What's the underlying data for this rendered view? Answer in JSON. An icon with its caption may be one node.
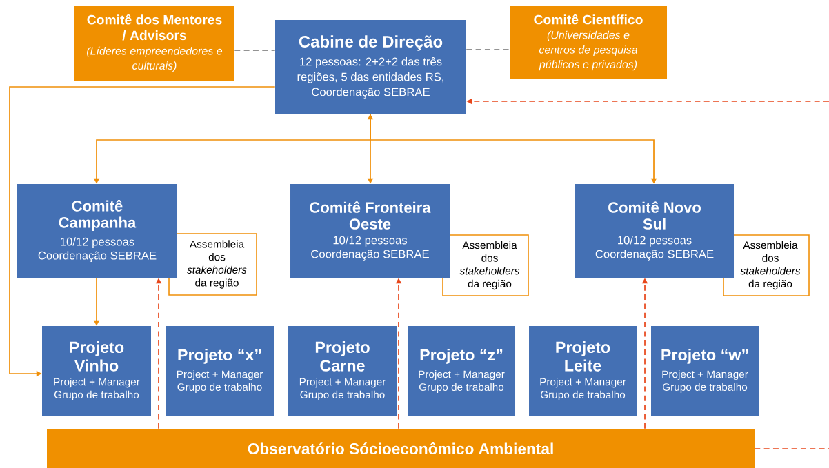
{
  "diagram": {
    "nodes": [
      {
        "text": [
          "Comitê dos Mentores / Advisors",
          "(Líderes empreendedores e culturais)"
        ]
      },
      {
        "text": [
          "Cabine de Direção",
          "12 pessoas: 2+2+2 das três regiões, 5 das entidades RS, Coordenação SEBRAE"
        ]
      },
      {
        "text": [
          "Comitê Científico",
          "(Universidades e centros de pesquisa públicos e privados)"
        ]
      },
      {
        "text": [
          "Comitê Campanha",
          "10/12 pessoas Coordenação SEBRAE"
        ]
      },
      {
        "text": [
          "Assembleia dos *stakeholders* da região"
        ]
      },
      {
        "text": [
          "Comitê Fronteira Oeste",
          "10/12 pessoas Coordenação SEBRAE"
        ]
      },
      {
        "text": [
          "Assembleia dos *stakeholders* da região"
        ]
      },
      {
        "text": [
          "Comitê Novo Sul",
          "10/12 pessoas Coordenação SEBRAE"
        ]
      },
      {
        "text": [
          "Assembleia dos *stakeholders* da região"
        ]
      },
      {
        "text": [
          "Projeto Vinho",
          "Project + Manager Grupo de trabalho"
        ]
      },
      {
        "text": [
          "Projeto “x”",
          "Project + Manager Grupo de trabalho"
        ]
      },
      {
        "text": [
          "Projeto Carne",
          "Project + Manager Grupo de trabalho"
        ]
      },
      {
        "text": [
          "Projeto “z”",
          "Project + Manager Grupo de trabalho"
        ]
      },
      {
        "text": [
          "Projeto Leite",
          "Project + Manager Grupo de trabalho"
        ]
      },
      {
        "text": [
          "Projeto “w”",
          "Project + Manager Grupo de trabalho"
        ]
      },
      {
        "text": [
          "Observatório Sócioeconômico Ambiental"
        ]
      }
    ],
    "edges": [
      {
        "from": 0,
        "to": 1,
        "arrow": "none",
        "style": "dashed",
        "color": "#707070"
      },
      {
        "from": 1,
        "to": 2,
        "arrow": "none",
        "style": "dashed",
        "color": "#707070"
      },
      {
        "from": 1,
        "to": 3,
        "arrow": "to"
      },
      {
        "from": 1,
        "to": 5,
        "arrow": "both"
      },
      {
        "from": 1,
        "to": 7,
        "arrow": "to"
      },
      {
        "from": 1,
        "to": 9,
        "arrow": "to"
      },
      {
        "from": 3,
        "to": 9,
        "arrow": "to"
      },
      {
        "from": 15,
        "to": 3,
        "arrow": "to",
        "style": "dashed",
        "color": "#e8481c"
      },
      {
        "from": 15,
        "to": 5,
        "arrow": "to",
        "style": "dashed",
        "color": "#e8481c"
      },
      {
        "from": 15,
        "to": 7,
        "arrow": "to",
        "style": "dashed",
        "color": "#e8481c"
      },
      {
        "from": 15,
        "to": null,
        "arrow": "none",
        "style": "dashed",
        "color": "#e8481c"
      },
      {
        "from": null,
        "to": 1,
        "arrow": "to",
        "style": "dashed",
        "color": "#e8481c"
      }
    ]
  }
}
